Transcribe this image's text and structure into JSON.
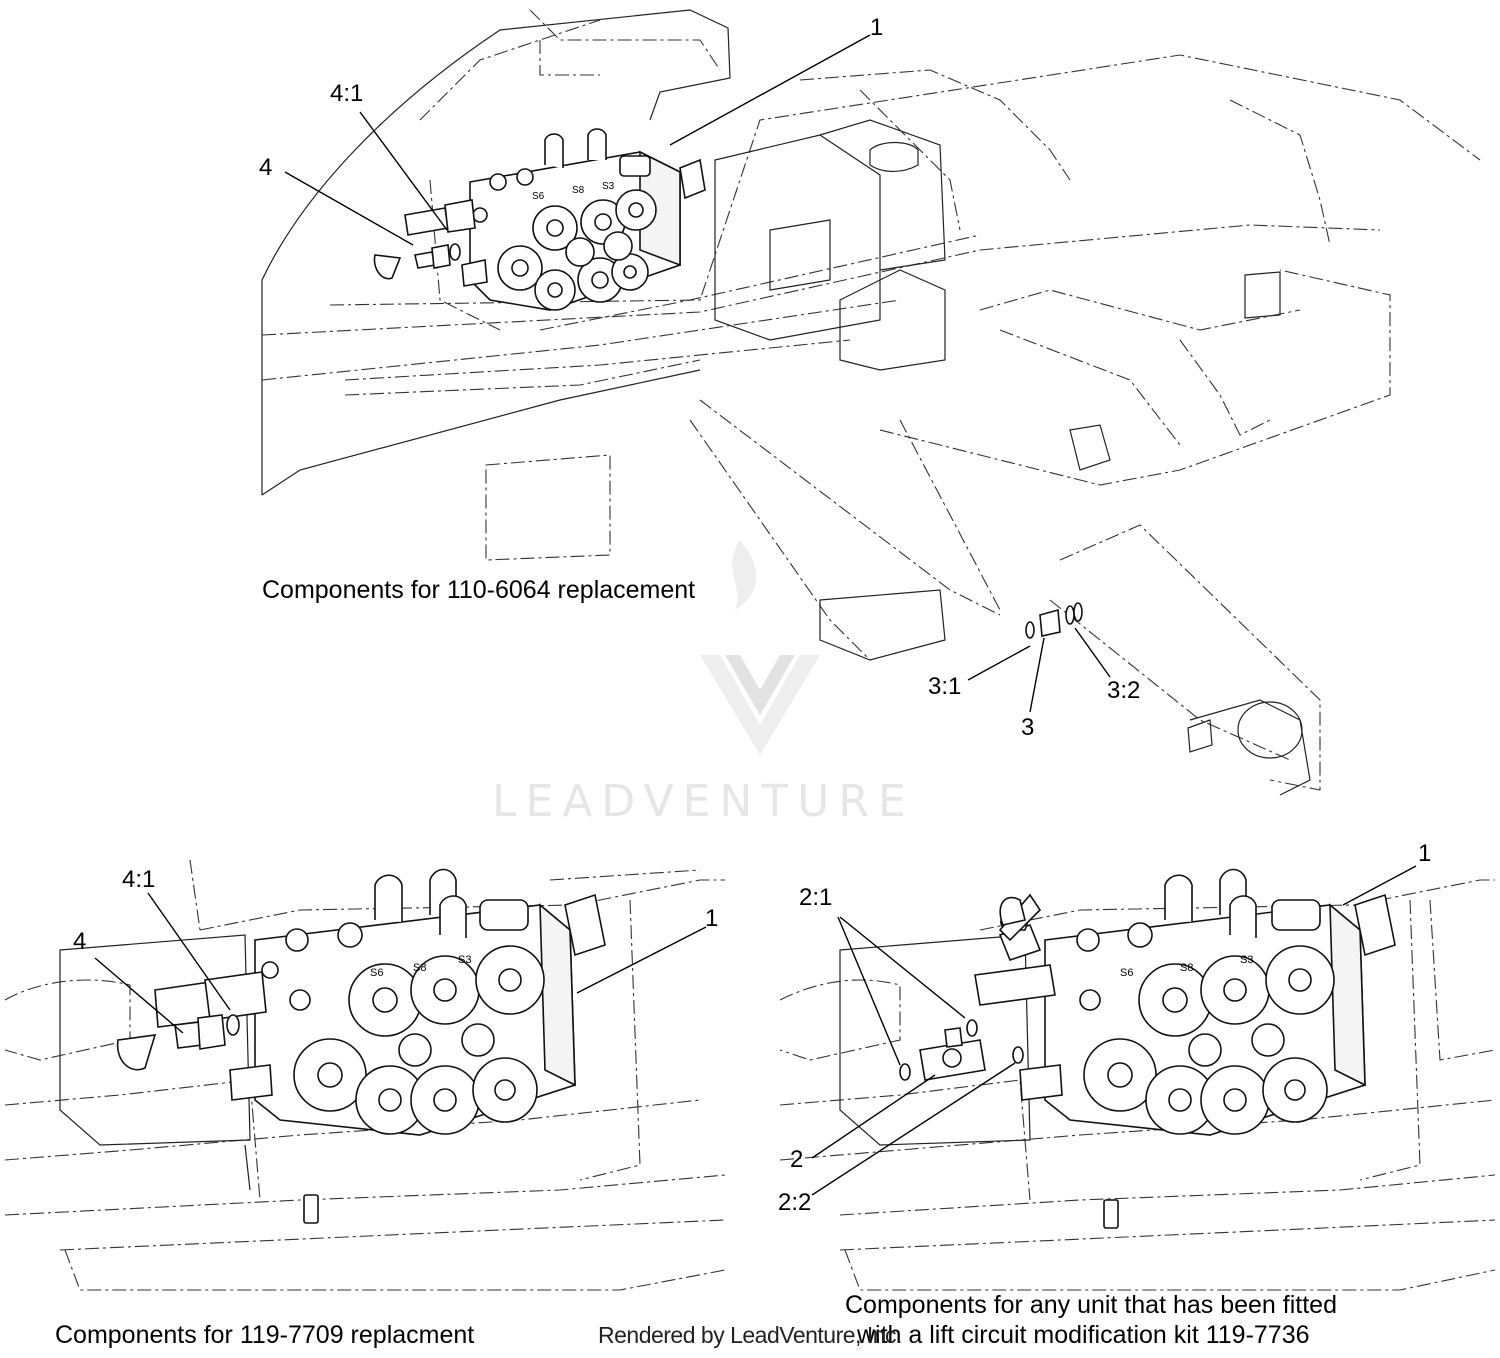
{
  "callouts": {
    "top_1": "1",
    "top_4_1": "4:1",
    "top_4": "4",
    "top_3_1": "3:1",
    "top_3": "3",
    "top_3_2": "3:2",
    "bl_4_1": "4:1",
    "bl_4": "4",
    "bl_1": "1",
    "br_1": "1",
    "br_2_1": "2:1",
    "br_2": "2",
    "br_2_2": "2:2"
  },
  "valve_markings": [
    "S6",
    "S8",
    "S3"
  ],
  "captions": {
    "top": "Components for 110-6064 replacement",
    "bottom_left": "Components for 119-7709 replacment",
    "bottom_right_line1": "Components for any unit that has been fitted",
    "bottom_right_line2": "with a lift circuit modification kit 119-7736"
  },
  "watermark": "LEADVENTURE",
  "render_note": "Rendered by LeadVenture, Inc."
}
